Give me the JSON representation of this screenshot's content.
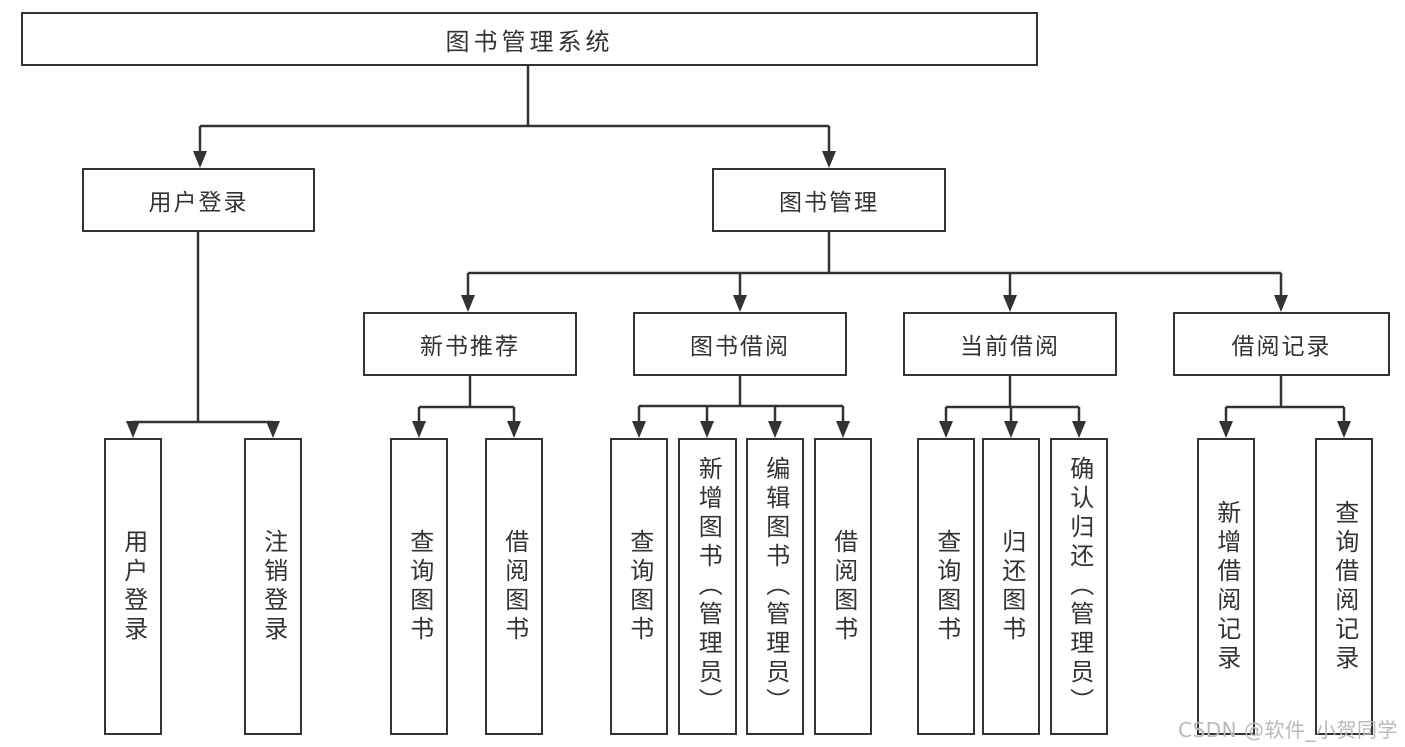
{
  "diagram": {
    "root": {
      "label": "图书管理系统"
    },
    "level2": [
      {
        "label": "用户登录"
      },
      {
        "label": "图书管理"
      }
    ],
    "level3": [
      {
        "label": "新书推荐"
      },
      {
        "label": "图书借阅"
      },
      {
        "label": "当前借阅"
      },
      {
        "label": "借阅记录"
      }
    ],
    "leaves": [
      {
        "label": "用户登录"
      },
      {
        "label": "注销登录"
      },
      {
        "label": "查询图书"
      },
      {
        "label": "借阅图书"
      },
      {
        "label": "查询图书"
      },
      {
        "label": "新增图书（管理员）"
      },
      {
        "label": "编辑图书（管理员）"
      },
      {
        "label": "借阅图书"
      },
      {
        "label": "查询图书"
      },
      {
        "label": "归还图书"
      },
      {
        "label": "确认归还（管理员）"
      },
      {
        "label": "新增借阅记录"
      },
      {
        "label": "查询借阅记录"
      }
    ],
    "watermark": "CSDN @软件_小贺同学",
    "colors": {
      "line": "#333333",
      "text": "#333333",
      "watermark": "#b9b9b9",
      "background": "#ffffff"
    }
  }
}
